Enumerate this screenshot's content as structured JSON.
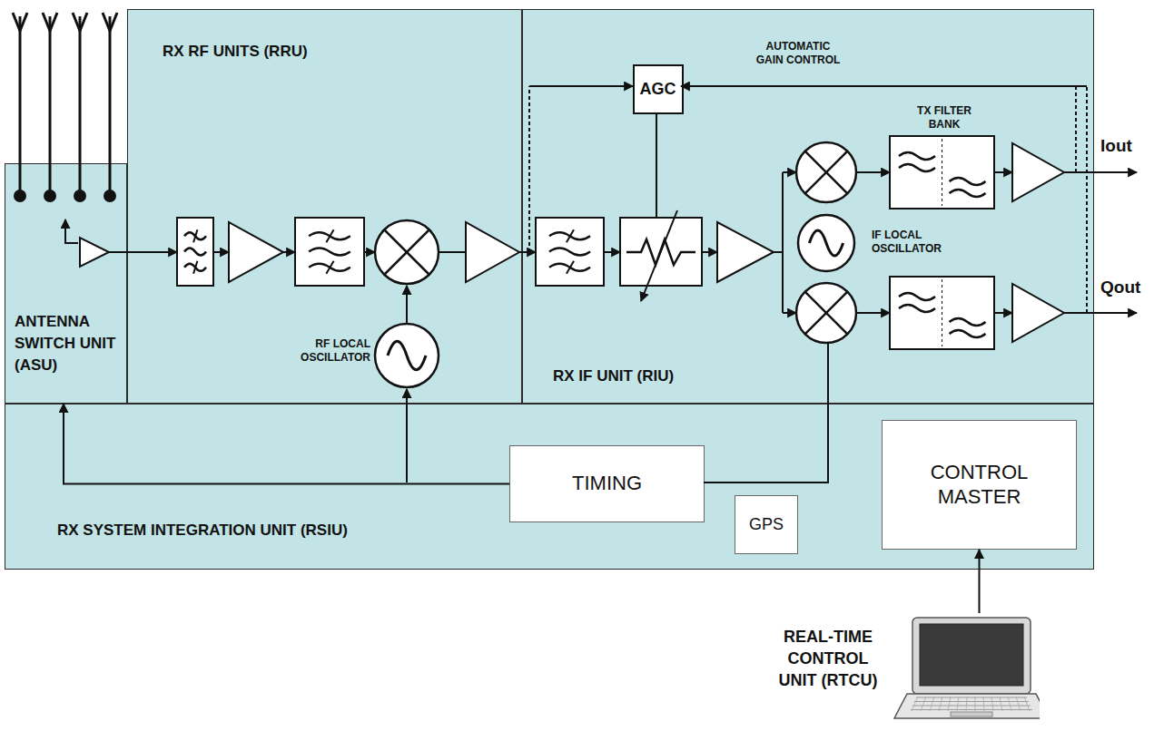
{
  "diagram": {
    "nodes": [
      {
        "text": [
          "ANTENNA SWITCH UNIT (ASU)"
        ]
      },
      {
        "text": [
          "RX RF UNITS (RRU)"
        ]
      },
      {
        "text": [
          "RX IF UNIT (RIU)"
        ]
      },
      {
        "text": [
          "AGC"
        ],
        "in": 2
      },
      {
        "text": [
          "RX SYSTEM INTEGRATION UNIT (RSIU)"
        ]
      },
      {
        "text": [
          "TIMING"
        ],
        "in": 4
      },
      {
        "text": [
          "GPS"
        ],
        "in": 4
      },
      {
        "text": [
          "CONTROL MASTER"
        ],
        "in": 4
      },
      {
        "text": [
          "REAL-TIME CONTROL UNIT (RTCU)"
        ]
      }
    ],
    "edges": [
      {
        "from": 5,
        "to": 0,
        "arrow": "to"
      },
      {
        "from": 8,
        "to": 7,
        "arrow": "to"
      }
    ],
    "labels": [
      "AUTOMATIC GAIN CONTROL",
      "TX FILTER BANK",
      "Iout",
      "IF LOCAL OSCILLATOR",
      "Qout",
      "RF LOCAL OSCILLATOR"
    ]
  }
}
